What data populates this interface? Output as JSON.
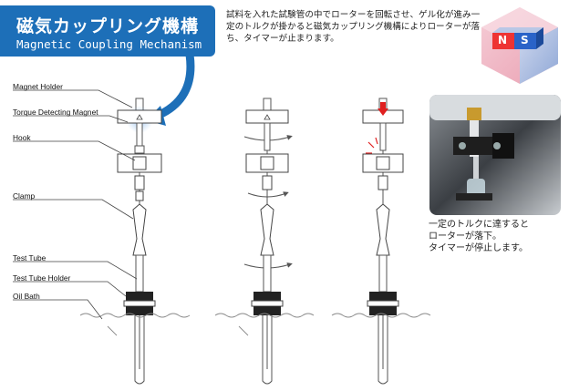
{
  "title": {
    "jp": "磁気カップリング機構",
    "en": "Magnetic Coupling Mechanism"
  },
  "description": "試料を入れた試験管の中でローターを回転させ、ゲル化が進み一定のトルクが掛かると磁気カップリング機構によりローターが落ち、タイマーが止まります。",
  "labels": {
    "magnet_holder": "Magnet Holder",
    "torque_magnet": "Torque Detecting Magnet",
    "hook": "Hook",
    "clamp": "Clamp",
    "test_tube": "Test Tube",
    "test_tube_holder": "Test Tube Holder",
    "oil_bath": "Oil Bath"
  },
  "magnet": {
    "n": "N",
    "s": "S"
  },
  "caption": [
    "一定のトルクに達すると",
    "ローターが落下。",
    "タイマーが停止します。"
  ],
  "colors": {
    "accent": "#1d6fb8",
    "alert": "#e02020"
  }
}
